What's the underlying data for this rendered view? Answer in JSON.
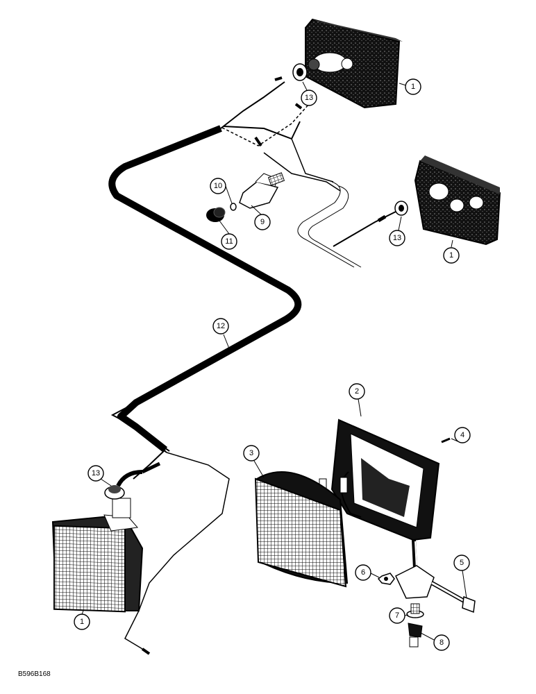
{
  "figure_code": "B596B168",
  "callouts": {
    "c1a": "1",
    "c1b": "1",
    "c1c": "1",
    "c2": "2",
    "c3": "3",
    "c4": "4",
    "c5": "5",
    "c6": "6",
    "c7": "7",
    "c8": "8",
    "c9": "9",
    "c10": "10",
    "c11": "11",
    "c12": "12",
    "c13a": "13",
    "c13b": "13",
    "c13c": "13"
  },
  "colors": {
    "ink": "#000000",
    "paper": "#ffffff",
    "lamp_body": "#1a1a1a"
  },
  "parts": [
    "work-lamp",
    "lamp-housing",
    "lamp-lens",
    "screw",
    "bolt",
    "nut",
    "washer",
    "mounting-nut",
    "switch",
    "switch-nut",
    "switch-knob",
    "wiring-harness",
    "grommet"
  ]
}
